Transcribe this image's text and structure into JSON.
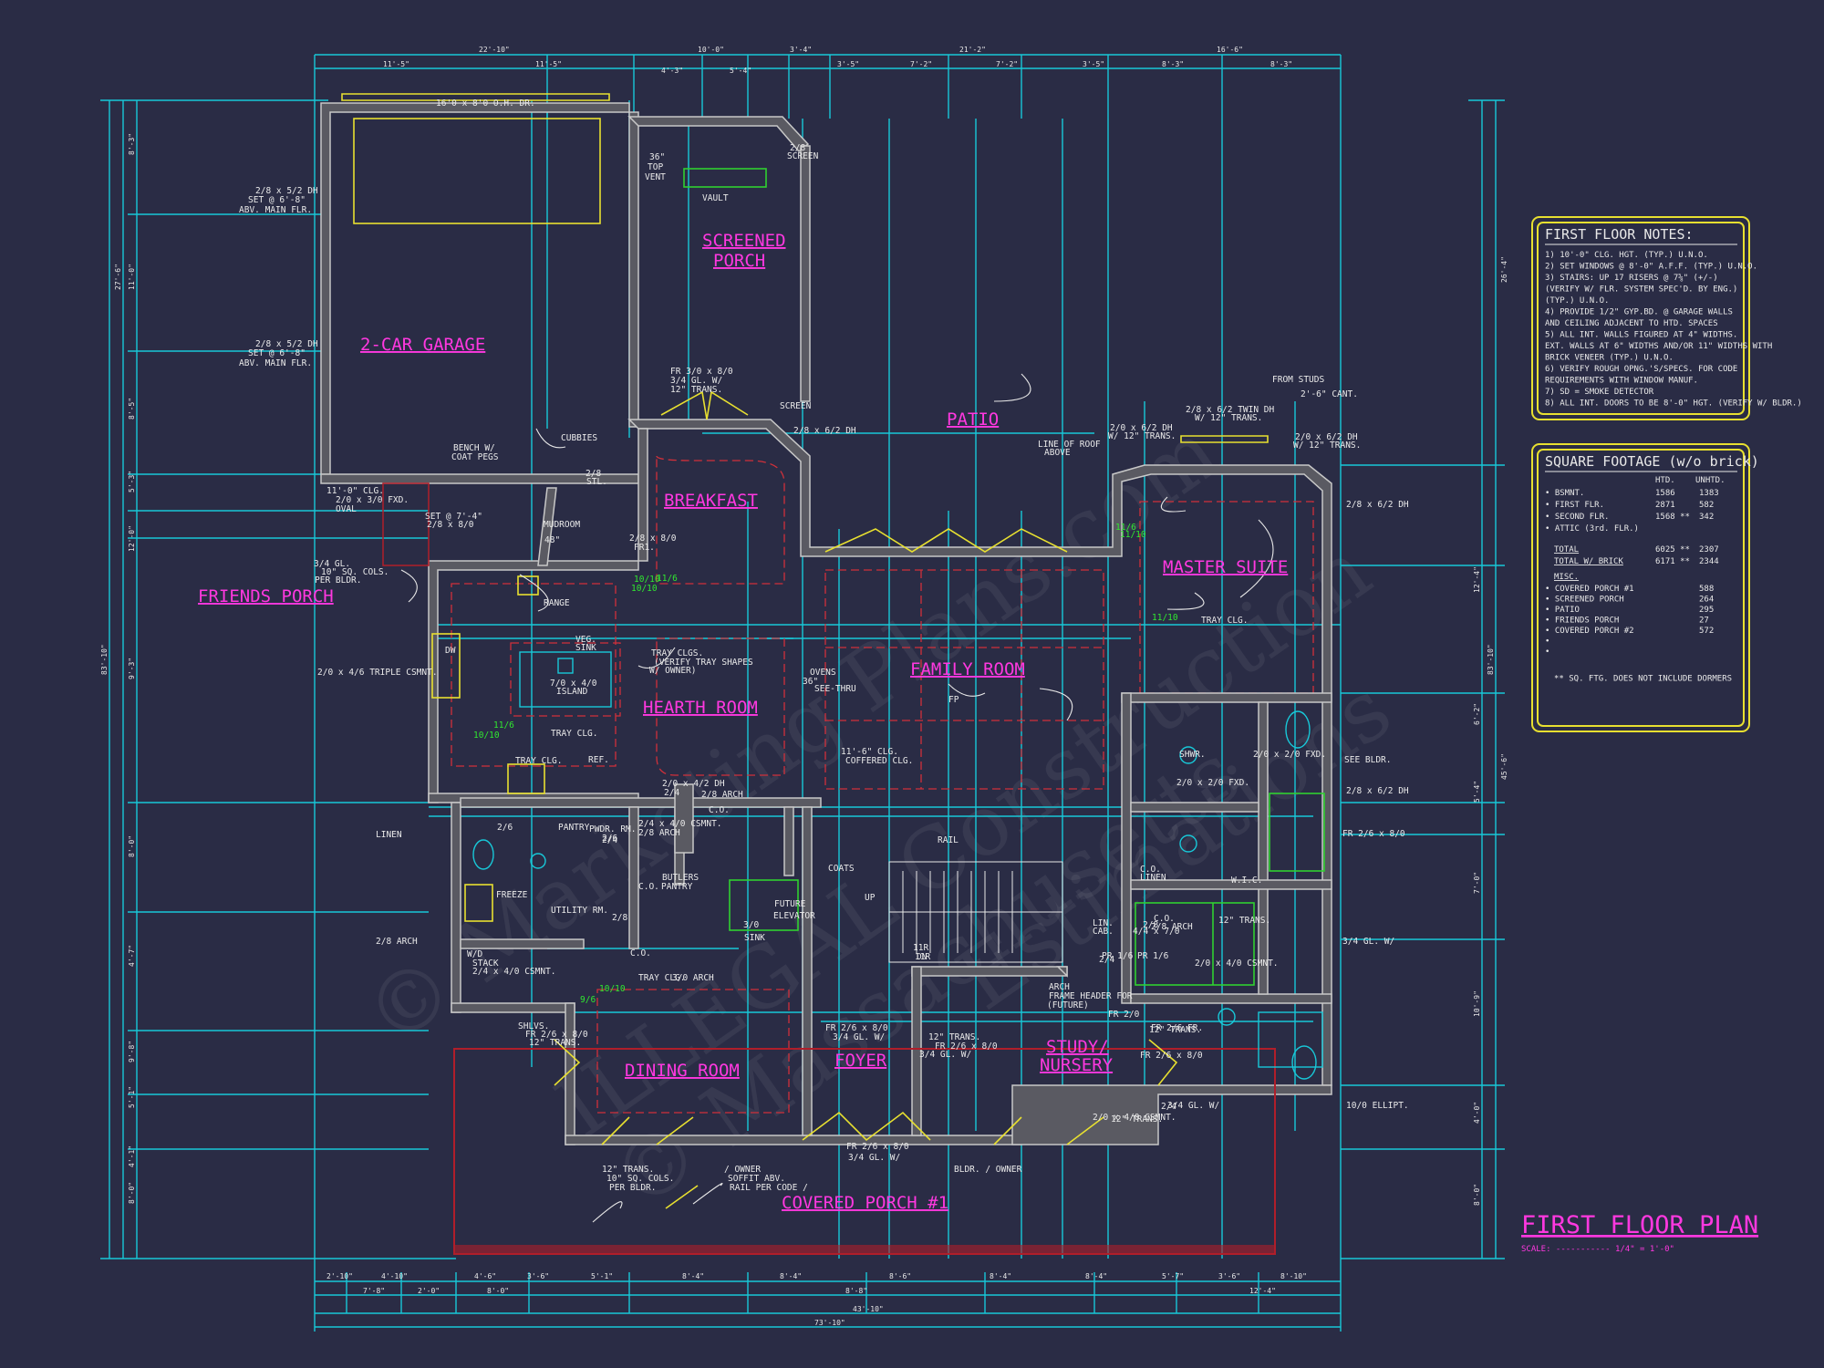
{
  "plan": {
    "title": "FIRST FLOOR PLAN",
    "scale": "SCALE: ----------- 1/4\" = 1'-0\""
  },
  "rooms": [
    {
      "key": "garage",
      "label": "2-CAR GARAGE"
    },
    {
      "key": "screened",
      "label": "SCREENED"
    },
    {
      "key": "screened2",
      "label": "PORCH"
    },
    {
      "key": "breakfast",
      "label": "BREAKFAST"
    },
    {
      "key": "patio",
      "label": "PATIO"
    },
    {
      "key": "master",
      "label": "MASTER SUITE"
    },
    {
      "key": "friends",
      "label": "FRIENDS PORCH"
    },
    {
      "key": "hearth",
      "label": "HEARTH ROOM"
    },
    {
      "key": "family",
      "label": "FAMILY ROOM"
    },
    {
      "key": "dining",
      "label": "DINING ROOM"
    },
    {
      "key": "foyer",
      "label": "FOYER"
    },
    {
      "key": "study",
      "label": "STUDY/"
    },
    {
      "key": "study2",
      "label": "NURSERY"
    },
    {
      "key": "covered",
      "label": "COVERED PORCH #1"
    }
  ],
  "notes": [
    "16'0 x 8'0 O.H. DR.",
    "2/8 x 5/2 DH",
    "SET @ 6'-8\"",
    "ABV. MAIN FLR.",
    "2/8 x 5/2 DH",
    "SET @ 6'-8\"",
    "ABV. MAIN FLR.",
    "36\"",
    "TOP",
    "VENT",
    "VAULT",
    "2/8",
    "SCREEN",
    "SCREEN",
    "FR 3/0 x 8/0",
    "3/4 GL. W/",
    "12\" TRANS.",
    "BENCH W/",
    "COAT PEGS",
    "CUBBIES",
    "2/8",
    "STL.",
    "MUDROOM",
    "2/8 x 6/2 DH",
    "LINE OF ROOF",
    "ABOVE",
    "2/0 x 6/2 DH",
    "W/ 12\" TRANS.",
    "2/8 x 6/2 TWIN DH",
    "W/ 12\" TRANS.",
    "2/0 x 6/2 DH",
    "W/ 12\" TRANS.",
    "2'-6\" CANT.",
    "FROM STUDS",
    "2/8 x 6/2 DH",
    "TRAY CLG.",
    "11'-0\" CLG.",
    "2/0 x 3/0 FXD.",
    "OVAL",
    "SET @ 7'-4\"",
    "2/8 x 8/0",
    "3/4 GL.",
    "10\" SQ. COLS.",
    "PER BLDR.",
    "2/8 x 8/0",
    "FR1.",
    "48\"",
    "RANGE",
    "VEG.",
    "SINK",
    "7/0 x 4/0",
    "ISLAND",
    "TRAY CLGS.",
    "(VERIFY TRAY SHAPES",
    "W/ OWNER)",
    "2/0 x 4/6 TRIPLE CSMNT.",
    "DW",
    "TRAY CLG.",
    "TRAY CLG.",
    "REF.",
    "OVENS",
    "36\"",
    "SEE-THRU",
    "FP",
    "11'-6\" CLG.",
    "COFFERED CLG.",
    "SEE BLDR.",
    "2/8 x 6/2 DH",
    "2/0 x 4/2 DH",
    "2/4",
    "2/8 ARCH",
    "C.O.",
    "2/6",
    "PANTRY",
    "PWDR. RM.",
    "2/6",
    "2/4",
    "LINEN",
    "2/4 x 4/0 CSMNT.",
    "2/8 ARCH",
    "C.O.",
    "BUTLERS",
    "PANTRY",
    "COATS",
    "RAIL",
    "UP",
    "11R",
    "DN",
    "11R",
    "FREEZE",
    "UTILITY RM.",
    "2/8",
    "FUTURE",
    "ELEVATOR",
    "3/0",
    "SINK",
    "W/D",
    "STACK",
    "2/4 x 4/0 CSMNT.",
    "2/8 ARCH",
    "C.O.",
    "TRAY CLG.",
    "3/0 ARCH",
    "C.O.",
    "2/8 ARCH",
    "C.O.",
    "LINEN",
    "2/8",
    "LIN.",
    "CAB.",
    "PR 1/6",
    "PR 1/6",
    "2/4",
    "4/4 x 7/0",
    "SHWR.",
    "2/0 x 2/0 FXD.",
    "2/0 x 2/0 FXD.",
    "W.I.C.",
    "2/0 x 4/0 CSMNT.",
    "FR 2/6 x 8/0",
    "3/4 GL. W/",
    "12\" TRANS.",
    "10/0 ELLIPT.",
    "ARCH",
    "FRAME HEADER FOR",
    "(FUTURE)",
    "FR 2/6 FR.",
    "FR 2/0",
    "2/4",
    "2/0 x 4/0 CSMNT.",
    "SHLVS.",
    "FR 2/6 x 8/0",
    "12\" TRANS.",
    "FR 2/6 x 8/0",
    "3/4 GL. W/",
    "12\" TRANS.",
    "FR 2/6 x 8/0",
    "3/4 GL. W/",
    "12\" TRANS.",
    "FR 2/6 x 8/0",
    "3/4 GL. W/",
    "12\" TRANS.",
    "FR 2/6 x 8/0",
    "3/4 GL. W/",
    "12\" TRANS.",
    "10\" SQ. COLS.",
    "PER BLDR.",
    "/ OWNER",
    "SOFFIT ABV.",
    "RAIL PER CODE /",
    "BLDR. / OWNER"
  ],
  "green_notes": [
    "11/6",
    "10/10",
    "11/6",
    "11/10",
    "10/10",
    "11/6",
    "10/10",
    "11/10",
    "9/6",
    "10/10"
  ],
  "dims_top": [
    "22'-10\"",
    "10'-0\"",
    "3'-4\"",
    "21'-2\"",
    "16'-6\"",
    "11'-5\"",
    "11'-5\"",
    "4'-3\"",
    "5'-4\"",
    "3'-5\"",
    "7'-2\"",
    "7'-2\"",
    "3'-5\"",
    "8'-3\"",
    "8'-3\""
  ],
  "dims_bottom": [
    "2'-10\"",
    "4'-10\"",
    "4'-6\"",
    "3'-6\"",
    "5'-1\"",
    "8'-4\"",
    "8'-4\"",
    "8'-6\"",
    "8'-4\"",
    "8'-4\"",
    "5'-7\"",
    "3'-6\"",
    "8'-10\"",
    "7'-8\"",
    "2'-0\"",
    "8'-0\"",
    "8'-8\"",
    "12'-4\"",
    "43'-10\"",
    "73'-10\""
  ],
  "dims_left": [
    "83'-10\"",
    "27'-6\"",
    "11'-0\"",
    "8'-3\"",
    "8'-5\"",
    "5'-3\"",
    "12'-0\"",
    "9'-3\"",
    "8'-0\"",
    "4'-7\"",
    "9'-8\"",
    "5'-1\"",
    "4'-1\"",
    "8'-0\""
  ],
  "dims_right": [
    "83'-10\"",
    "26'-4\"",
    "45'-6\"",
    "12'-4\"",
    "6'-2\"",
    "5'-4\"",
    "7'-0\"",
    "10'-9\"",
    "4'-0\"",
    "8'-0\""
  ],
  "notes_panel": {
    "title": "FIRST FLOOR NOTES:",
    "items": [
      "1) 10'-0\" CLG. HGT. (TYP.) U.N.O.",
      "2) SET WINDOWS @ 8'-0\" A.F.F. (TYP.) U.N.O.",
      "3) STAIRS: UP 17 RISERS @ 7⅝\" (+/-)",
      "   (VERIFY W/ FLR. SYSTEM SPEC'D. BY ENG.)",
      "   (TYP.) U.N.O.",
      "4) PROVIDE 1/2\" GYP.BD. @ GARAGE WALLS",
      "   AND CEILING ADJACENT TO HTD. SPACES",
      "5) ALL INT. WALLS FIGURED AT 4\" WIDTHS.",
      "   EXT. WALLS AT 6\" WIDTHS AND/OR 11\" WIDTHS WITH",
      "   BRICK VENEER (TYP.) U.N.O.",
      "6) VERIFY ROUGH OPNG.'S/SPECS. FOR CODE",
      "   REQUIREMENTS WITH WINDOW MANUF.",
      "7) SD = SMOKE DETECTOR",
      "8) ALL INT. DOORS TO BE 8'-0\" HGT. (VERIFY W/ BLDR.)"
    ]
  },
  "sqft_panel": {
    "title": "SQUARE FOOTAGE (w/o brick)",
    "col1": "HTD.",
    "col2": "UNHTD.",
    "rows": [
      {
        "name": "• BSMNT.",
        "htd": "1586",
        "unhtd": "1383"
      },
      {
        "name": "• FIRST FLR.",
        "htd": "2871",
        "unhtd": "582"
      },
      {
        "name": "• SECOND FLR.",
        "htd": "1568 **",
        "unhtd": "342"
      },
      {
        "name": "• ATTIC (3rd. FLR.)",
        "htd": "",
        "unhtd": ""
      }
    ],
    "total": {
      "name": "TOTAL",
      "htd": "6025 **",
      "unhtd": "2307"
    },
    "total_brick": {
      "name": "TOTAL W/ BRICK",
      "htd": "6171 **",
      "unhtd": "2344"
    },
    "misc_title": "MISC.",
    "misc": [
      {
        "name": "• COVERED PORCH #1",
        "val": "588"
      },
      {
        "name": "• SCREENED PORCH",
        "val": "264"
      },
      {
        "name": "• PATIO",
        "val": "295"
      },
      {
        "name": "• FRIENDS PORCH",
        "val": "27"
      },
      {
        "name": "• COVERED PORCH #2",
        "val": "572"
      },
      {
        "name": "•",
        "val": ""
      },
      {
        "name": "•",
        "val": ""
      }
    ],
    "footnote": "** SQ. FTG. DOES NOT INCLUDE DORMERS"
  },
  "watermark": [
    "© Marketing Plans.com",
    "ILLEGAL Construction",
    "© Massachusetts",
    "Estimations"
  ],
  "colors": {
    "background": "#2a2c45",
    "walls": "#9a9a9a",
    "dimensions": "#18c8d8",
    "room_labels": "#ff38e0",
    "doors_windows": "#e8e030",
    "tray_ceilings": "#d0303a",
    "accent_green": "#30d030"
  }
}
